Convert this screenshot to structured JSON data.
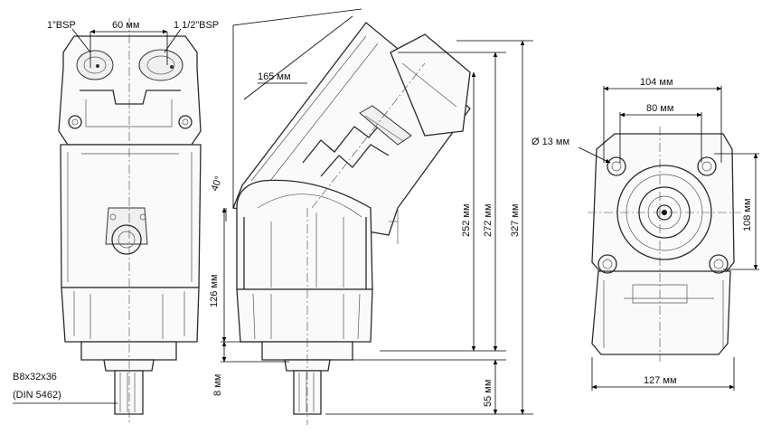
{
  "dimensions": {
    "port_left": "1”BSP",
    "port_right": "1 1/2”BSP",
    "port_spacing": "60 мм",
    "spline": "B8x32x36",
    "spline_std": "(DIN 5462)",
    "len_165": "165 мм",
    "angle": "40°",
    "h_252": "252 мм",
    "h_272": "272 мм",
    "h_327": "327 мм",
    "h_126": "126 мм",
    "h_8": "8 мм",
    "h_55": "55 мм",
    "w_104": "104 мм",
    "w_80": "80 мм",
    "hole": "Ø 13 мм",
    "h_108": "108 мм",
    "w_127": "127 мм"
  },
  "colors": {
    "line": "#2a2a2a",
    "dimension": "#000000",
    "background": "#ffffff"
  }
}
